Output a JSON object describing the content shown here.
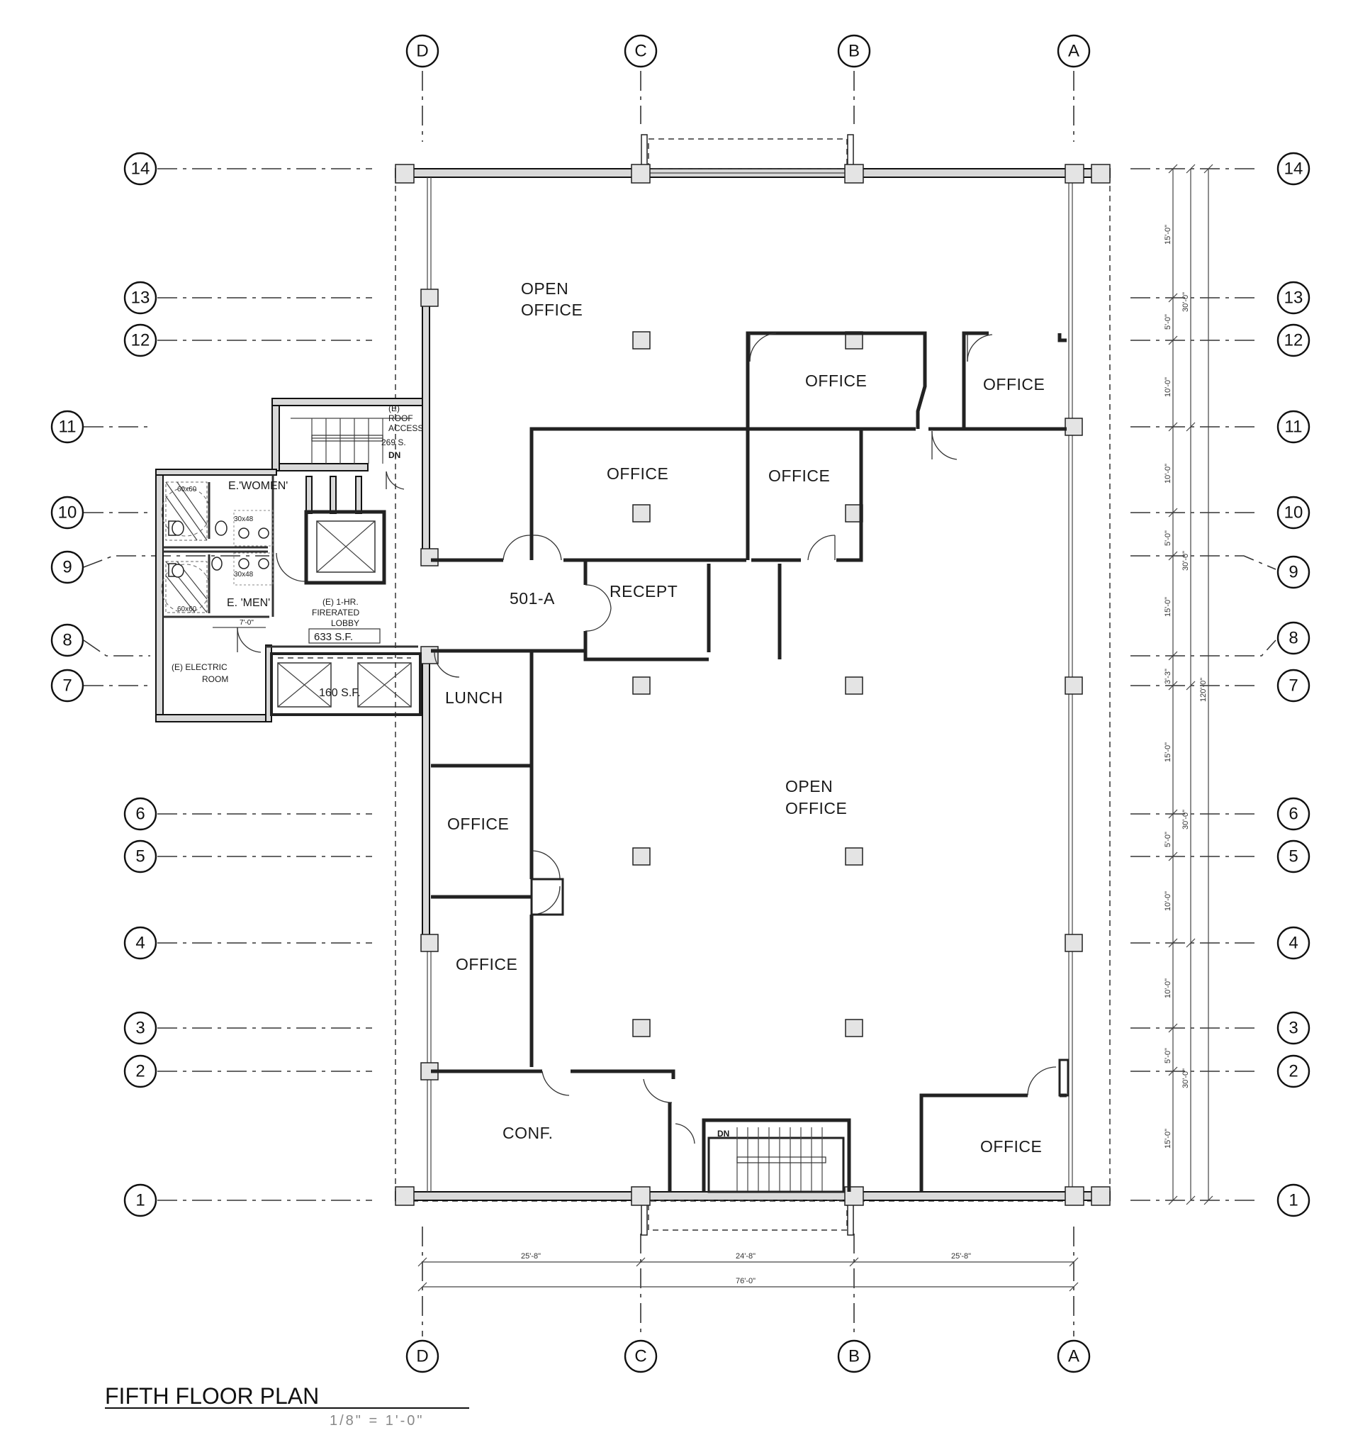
{
  "grid": {
    "columns": [
      "D",
      "C",
      "B",
      "A"
    ],
    "rows": [
      "14",
      "13",
      "12",
      "11",
      "10",
      "9",
      "8",
      "7",
      "6",
      "5",
      "4",
      "3",
      "2",
      "1"
    ]
  },
  "rooms": {
    "open_office_north": [
      "OPEN",
      "OFFICE"
    ],
    "office_12b": "OFFICE",
    "office_12a": "OFFICE",
    "office_11c": "OFFICE",
    "office_11b": "OFFICE",
    "room_501a": "501-A",
    "recept": "RECEPT",
    "lunch": "LUNCH",
    "open_office_south": [
      "OPEN",
      "OFFICE"
    ],
    "office_6": "OFFICE",
    "office_4": "OFFICE",
    "conf": "CONF.",
    "office_2a": "OFFICE",
    "women": "E.'WOMEN'",
    "men": "E. 'MEN'",
    "roof_access": [
      "(E)",
      "ROOF",
      "ACCESS",
      "269 S."
    ],
    "stair_dn_north": "DN",
    "stair_dn_south": "DN",
    "lobby": [
      "(E) 1-HR.",
      "FIRERATED",
      "LOBBY"
    ],
    "lobby_area": "633 S.F.",
    "electric": [
      "(E) ELECTRIC",
      "ROOM"
    ],
    "elevator_area": "160 S.F.",
    "fixture_6060_a": "60x60",
    "fixture_6060_b": "60x60",
    "fixture_3048_a": "30x48",
    "fixture_3048_b": "30x48",
    "lobby_dim": "7'-0\""
  },
  "dimensions": {
    "bottom": [
      "25'-8\"",
      "24'-8\"",
      "25'-8\""
    ],
    "bottom_total": "76'-0\"",
    "right_inner": [
      "15'-0\"",
      "5'-0\"",
      "10'-0\"",
      "10'-0\"",
      "5'-0\"",
      "15'-0\"",
      "3'-3\"",
      "15'-0\"",
      "5'-0\"",
      "10'-0\"",
      "10'-0\"",
      "5'-0\"",
      "15'-0\""
    ],
    "right_outer": [
      "30'-0\"",
      "30'-0\"",
      "30'-0\"",
      "30'-0\""
    ],
    "right_total": "120'-0\""
  },
  "title": {
    "text": "FIFTH FLOOR PLAN",
    "scale": "1/8\" = 1'-0\""
  }
}
